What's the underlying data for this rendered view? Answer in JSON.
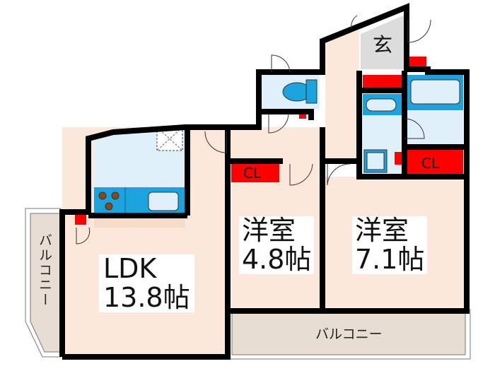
{
  "rooms": {
    "ldk": {
      "name": "LDK",
      "size": "13.8帖"
    },
    "western_room_1": {
      "name": "洋室",
      "size": "4.8帖"
    },
    "western_room_2": {
      "name": "洋室",
      "size": "7.1帖"
    },
    "closet_1": "CL",
    "closet_2": "CL",
    "entrance": "玄",
    "balcony_bottom": "バルコニー",
    "balcony_left": "バルコニー"
  },
  "colors": {
    "floor": "#fbe8da",
    "wet_area": "#dff0fb",
    "fixture_blue": "#1aa3dd",
    "storage_red": "#ff0000",
    "entrance_gray": "#dcdcdc",
    "balcony": "#e8ddd3",
    "wall": "#000000"
  }
}
